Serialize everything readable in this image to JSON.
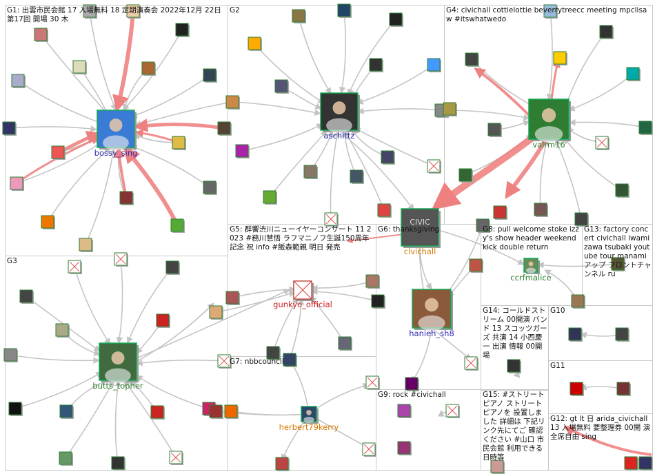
{
  "colors": {
    "box_border": "#c8c8c8",
    "edge": "#c4c4c4",
    "edge_strong": "#e86868",
    "label_blue": "#2d2db0",
    "label_red": "#c81e1e",
    "label_green": "#2a7d2a",
    "label_orange": "#d87a00"
  },
  "groups": [
    {
      "id": "g1",
      "label": "G1: 出雲市民会館 17 入場無料 18 定期演奏会 2022年12月 22日 第17回 開場 30 木"
    },
    {
      "id": "g2",
      "label": "G2"
    },
    {
      "id": "g4",
      "label": "G4: civichall cottielottie beverrytreecc meeting mpclisaw #itswhatwedo"
    },
    {
      "id": "g3",
      "label": "G3"
    },
    {
      "id": "g5",
      "label": "G5: 群響渋川ニューイヤーコンサート 11 2023 #務川慧悟 ラフマニノフ生誕150周年記念 祝 info #飯森範親 明日 発売"
    },
    {
      "id": "g6",
      "label": "G6: thanksgiving"
    },
    {
      "id": "g8",
      "label": "G8: pull welcome stoke izzy's show header weekend kick double return"
    },
    {
      "id": "g13",
      "label": "G13: factory concert civichall iwamizawa tsubaki youtube tour manami アップ フロントチャンネル ru"
    },
    {
      "id": "g7",
      "label": "G7: nbbcouncil"
    },
    {
      "id": "g14",
      "label": "G14: コールドストリーム 00開演 バンド 13 スコッツガーズ 共演 14 小西慶一 出演 情報 00開場"
    },
    {
      "id": "g10",
      "label": "G10"
    },
    {
      "id": "g11",
      "label": "G11"
    },
    {
      "id": "g9",
      "label": "G9: rock #civichall"
    },
    {
      "id": "g15",
      "label": "G15: #ストリートピアノ ストリートピアノを 設置しました 詳細は 下記リンク先にてご 確認ください #山口 市民会館 利用できる日時等"
    },
    {
      "id": "g12",
      "label": "G12: gt lt 日 arida_civichall 13 入場無料 要整理券 00開 演 全席自由 sing"
    }
  ],
  "hubs": [
    {
      "id": "bossy",
      "label": "bossy_sing",
      "color": "blue",
      "icon": "bird-avatar-icon"
    },
    {
      "id": "aschittz",
      "label": "aschittz",
      "color": "blue",
      "icon": "portrait-avatar-icon"
    },
    {
      "id": "valrm16",
      "label": "valrm16",
      "color": "green",
      "icon": "grid-collage-icon"
    },
    {
      "id": "civichall",
      "label": "civichall",
      "color": "orange",
      "icon": "civic-logo-icon"
    },
    {
      "id": "butts",
      "label": "butts_topher",
      "color": "green",
      "icon": "portrait-avatar-icon"
    },
    {
      "id": "gunkyo",
      "label": "gunkyo_official",
      "color": "red",
      "icon": "missing-image-icon"
    },
    {
      "id": "hanieh",
      "label": "hanieh_sh8",
      "color": "blue",
      "icon": "photo-avatar-icon"
    },
    {
      "id": "herbert",
      "label": "herbert79kerry",
      "color": "orange",
      "icon": "photo-avatar-icon"
    },
    {
      "id": "ccrf",
      "label": "ccrfmalice",
      "color": "green",
      "icon": "photo-avatar-icon"
    }
  ]
}
